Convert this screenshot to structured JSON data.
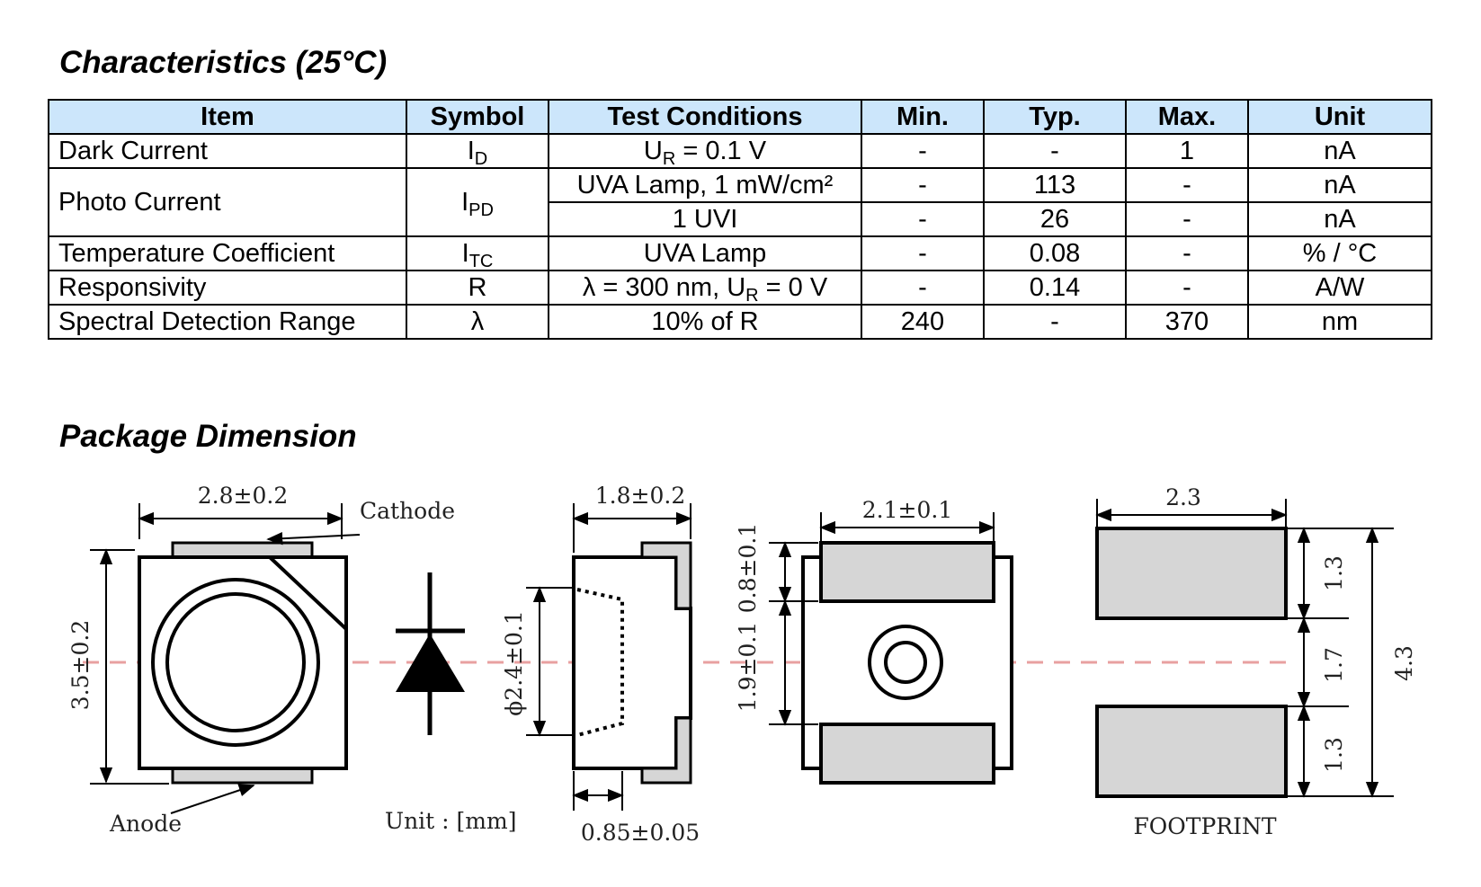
{
  "characteristics": {
    "title": "Characteristics (25°C)",
    "headers": {
      "item": "Item",
      "symbol": "Symbol",
      "conditions": "Test Conditions",
      "min": "Min.",
      "typ": "Typ.",
      "max": "Max.",
      "unit": "Unit"
    },
    "rows": [
      {
        "item": "Dark Current",
        "sym": "I",
        "sym_sub": "D",
        "cond": "U",
        "cond_sub": "R",
        "cond_tail": " = 0.1 V",
        "min": "-",
        "typ": "-",
        "max": "1",
        "unit": "nA"
      },
      {
        "item": "Photo Current",
        "sym": "I",
        "sym_sub": "PD",
        "cond": "UVA Lamp, 1 mW/cm²",
        "min": "-",
        "typ": "113",
        "max": "-",
        "unit": "nA"
      },
      {
        "cond": "1 UVI",
        "min": "-",
        "typ": "26",
        "max": "-",
        "unit": "nA"
      },
      {
        "item": "Temperature Coefficient",
        "sym": "I",
        "sym_sub": "TC",
        "cond": "UVA Lamp",
        "min": "-",
        "typ": "0.08",
        "max": "-",
        "unit": "% / °C"
      },
      {
        "item": "Responsivity",
        "sym": "R",
        "cond": "λ = 300 nm, U",
        "cond_sub": "R",
        "cond_tail": " = 0 V",
        "min": "-",
        "typ": "0.14",
        "max": "-",
        "unit": "A/W"
      },
      {
        "item": "Spectral Detection Range",
        "sym": "λ",
        "cond": "10% of R",
        "min": "240",
        "typ": "-",
        "max": "370",
        "unit": "nm"
      }
    ]
  },
  "package": {
    "title": "Package Dimension",
    "dims": {
      "top_width": "2.8±0.2",
      "height_left": "3.5±0.2",
      "side_width": "1.8±0.2",
      "lens_diameter": "ϕ2.4±0.1",
      "side_bottom": "0.85±0.05",
      "pad_width": "2.1±0.1",
      "pad_top": "0.8±0.1",
      "pad_mid": "1.9±0.1",
      "fp_width": "2.3",
      "fp_top": "1.3",
      "fp_mid": "1.7",
      "fp_bottom": "1.3",
      "fp_total": "4.3"
    },
    "labels": {
      "cathode": "Cathode",
      "anode": "Anode",
      "unit": "Unit : [mm]",
      "footprint": "FOOTPRINT"
    },
    "colors": {
      "pad_fill": "#d6d6d6",
      "center_line": "#e8a0a0"
    }
  }
}
